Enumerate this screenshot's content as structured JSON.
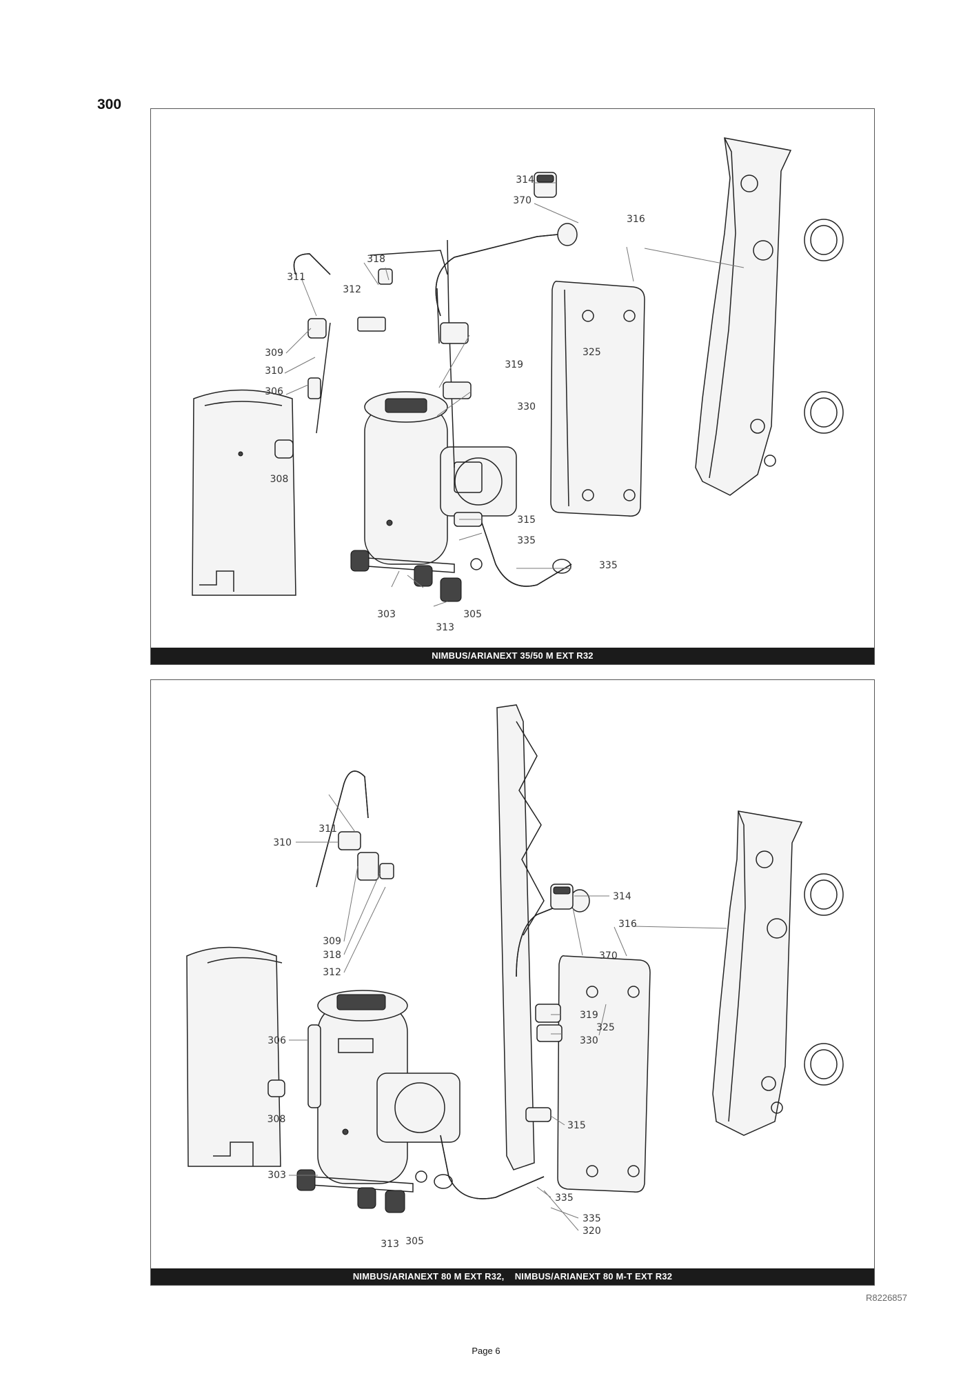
{
  "section_number": "300",
  "top_panel": {
    "caption": "NIMBUS/ARIANEXT 35/50 M EXT R32",
    "callouts": [
      "314",
      "370",
      "316",
      "318",
      "311",
      "312",
      "309",
      "310",
      "306",
      "319",
      "325",
      "330",
      "308",
      "315",
      "335",
      "335",
      "303",
      "305",
      "313"
    ]
  },
  "bottom_panel": {
    "caption": "NIMBUS/ARIANEXT 80 M EXT R32,    NIMBUS/ARIANEXT 80 M-T EXT R32",
    "callouts": [
      "311",
      "310",
      "314",
      "316",
      "309",
      "318",
      "370",
      "312",
      "319",
      "325",
      "306",
      "330",
      "308",
      "315",
      "303",
      "335",
      "335",
      "320",
      "313",
      "305"
    ]
  },
  "reference_code": "R8226857",
  "page_label": "Page 6"
}
